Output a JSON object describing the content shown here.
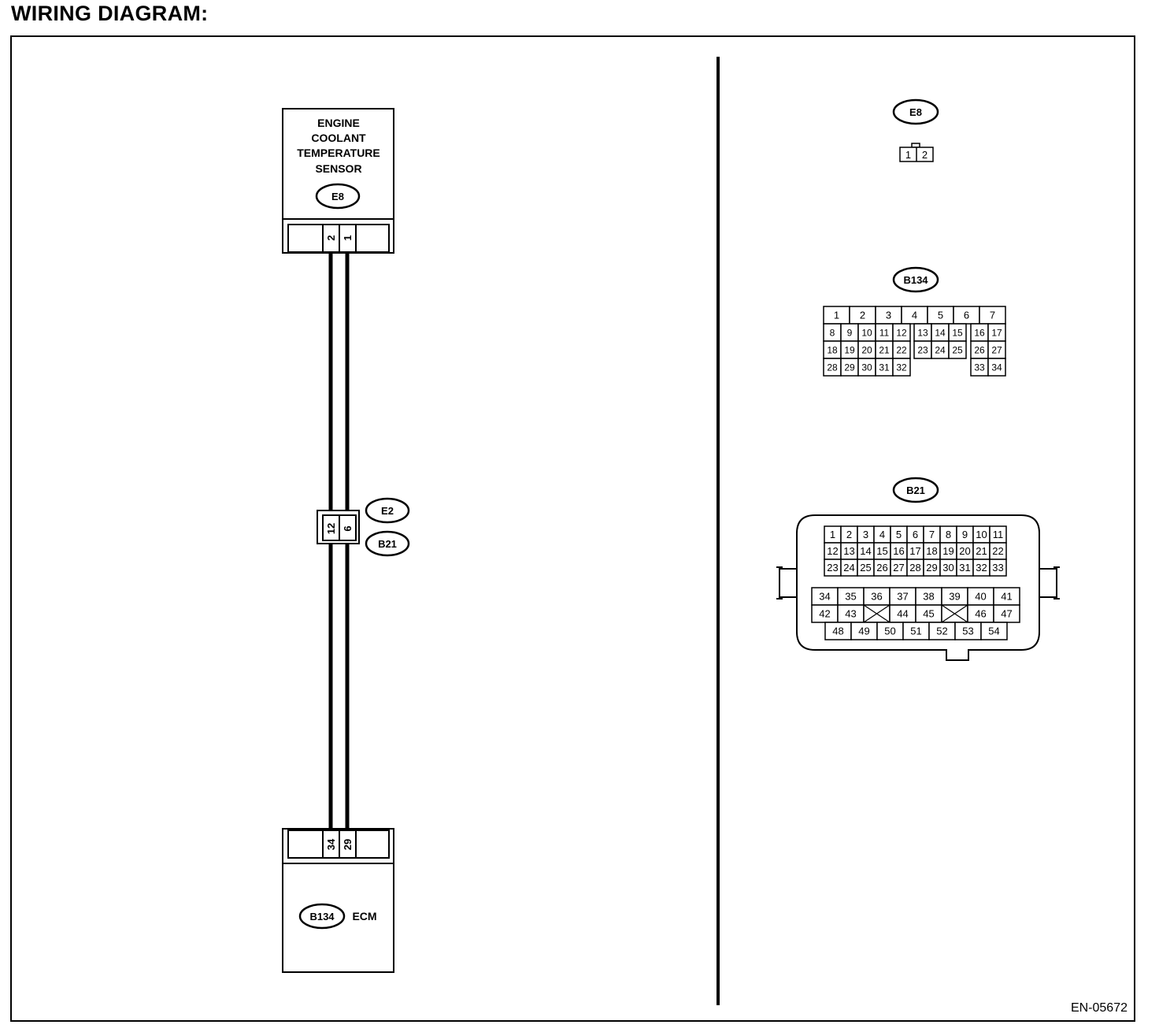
{
  "title": "WIRING DIAGRAM:",
  "figure_id": "EN-05672",
  "sensor": {
    "name_lines": [
      "ENGINE",
      "COOLANT",
      "TEMPERATURE",
      "SENSOR"
    ],
    "connector": "E8",
    "pins": [
      "2",
      "1"
    ]
  },
  "joint_connector": {
    "labels": [
      "E2",
      "B21"
    ],
    "pins": [
      "12",
      "6"
    ]
  },
  "ecm": {
    "connector": "B134",
    "label": "ECM",
    "pins": [
      "34",
      "29"
    ]
  },
  "connector_views": {
    "e8": {
      "label": "E8",
      "pins": [
        "1",
        "2"
      ]
    },
    "b134": {
      "label": "B134",
      "row1": [
        "1",
        "2",
        "3",
        "4",
        "5",
        "6",
        "7"
      ],
      "row2": [
        "8",
        "9",
        "10",
        "11",
        "12",
        "13",
        "14",
        "15",
        "16",
        "17"
      ],
      "row3": [
        "18",
        "19",
        "20",
        "21",
        "22",
        "23",
        "24",
        "25",
        "26",
        "27"
      ],
      "row4": [
        "28",
        "29",
        "30",
        "31",
        "32",
        "33",
        "34"
      ]
    },
    "b21": {
      "label": "B21",
      "row1": [
        "1",
        "2",
        "3",
        "4",
        "5",
        "6",
        "7",
        "8",
        "9",
        "10",
        "11"
      ],
      "row2": [
        "12",
        "13",
        "14",
        "15",
        "16",
        "17",
        "18",
        "19",
        "20",
        "21",
        "22"
      ],
      "row3": [
        "23",
        "24",
        "25",
        "26",
        "27",
        "28",
        "29",
        "30",
        "31",
        "32",
        "33"
      ],
      "row4": [
        "34",
        "35",
        "36",
        "37",
        "38",
        "39",
        "40",
        "41"
      ],
      "row5": [
        "42",
        "43",
        "",
        "44",
        "45",
        "",
        "46",
        "47"
      ],
      "row6": [
        "48",
        "49",
        "50",
        "51",
        "52",
        "53",
        "54"
      ]
    }
  }
}
